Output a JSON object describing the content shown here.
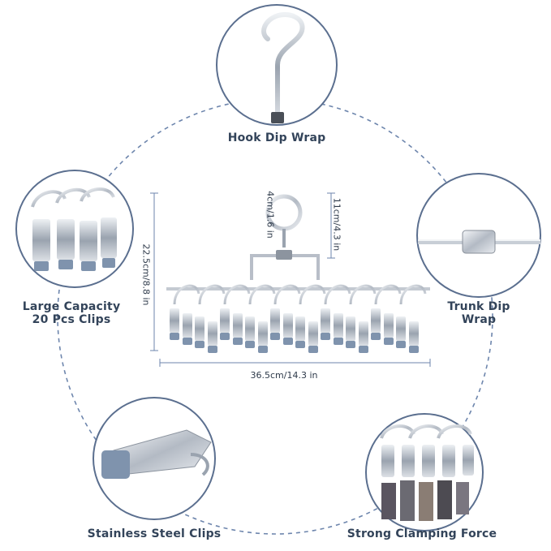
{
  "features": {
    "hook": "Hook Dip Wrap",
    "trunk_line1": "Trunk Dip",
    "trunk_line2": "Wrap",
    "capacity_line1": "Large Capacity",
    "capacity_line2": "20 Pcs Clips",
    "steel": "Stainless Steel Clips",
    "clamping": "Strong Clamping Force"
  },
  "dimensions": {
    "hook_ring": "4cm/1.6 in",
    "hook_height": "11cm/4.3 in",
    "total_height": "22.5cm/8.8 in",
    "width": "36.5cm/14.3 in"
  },
  "colors": {
    "dashed_line": "#6e86ad",
    "metal": "#b8bec8",
    "clip_tip": "#7f93ad",
    "circle_border": "#5b6f8f"
  }
}
